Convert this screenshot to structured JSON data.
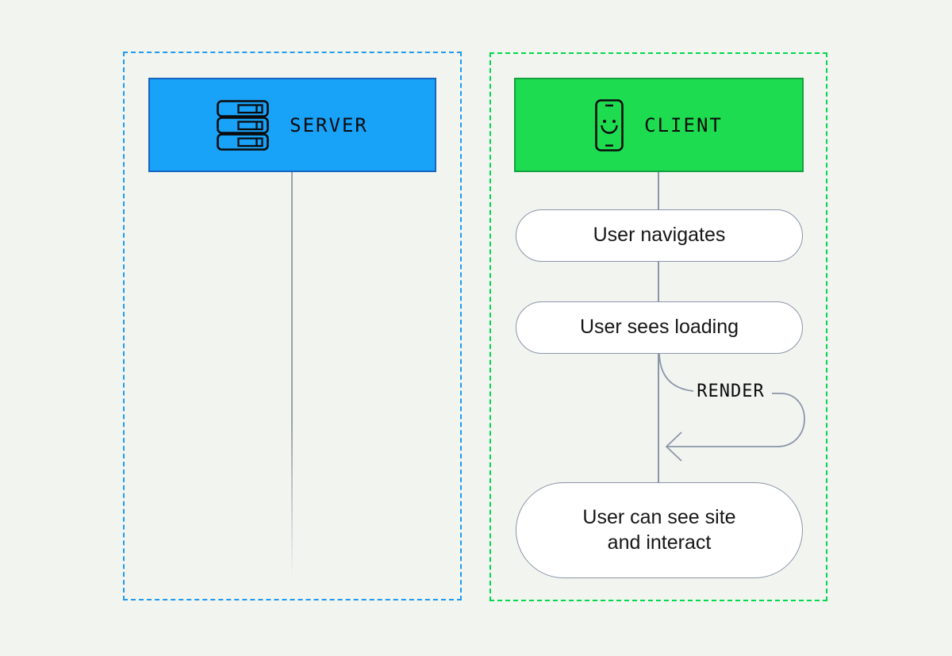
{
  "colors": {
    "background": "#F2F4F0",
    "server_fill": "#18A2F8",
    "server_border": "#1565C0",
    "server_lane_dash": "#1E9BF0",
    "client_fill": "#1EDC50",
    "client_border": "#12A13C",
    "client_lane_dash": "#00D94B",
    "connector": "#8A96A8",
    "pill_background": "#FFFFFF",
    "text": "#131313"
  },
  "server_lane": {
    "header": "SERVER",
    "icon": "server-rack-icon"
  },
  "client_lane": {
    "header": "CLIENT",
    "icon": "smartphone-smiley-icon",
    "steps": [
      {
        "label": "User navigates"
      },
      {
        "label": "User sees loading"
      },
      {
        "label": "User can see site\nand interact"
      }
    ],
    "loop_label": "RENDER"
  }
}
